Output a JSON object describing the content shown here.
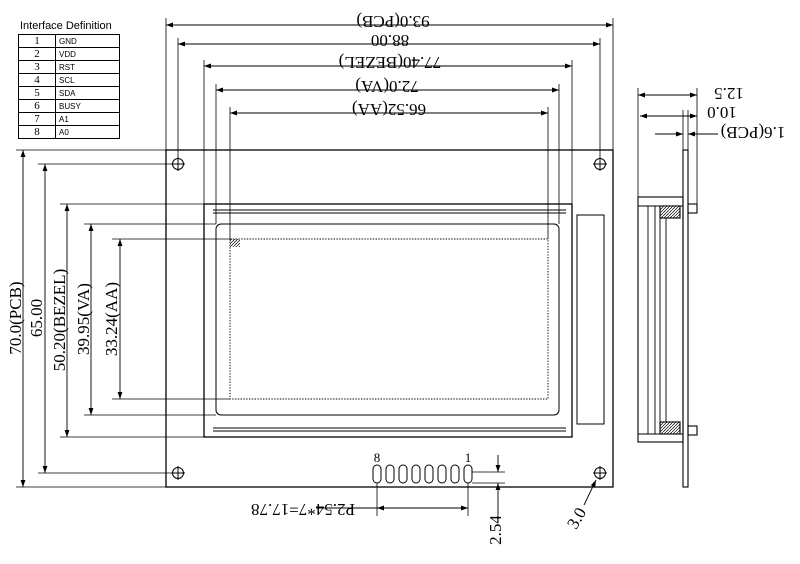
{
  "interface": {
    "title": "Interface Definition",
    "pins": [
      {
        "num": "1",
        "signal": "GND"
      },
      {
        "num": "2",
        "signal": "VDD"
      },
      {
        "num": "3",
        "signal": "RST"
      },
      {
        "num": "4",
        "signal": "SCL"
      },
      {
        "num": "5",
        "signal": "SDA"
      },
      {
        "num": "6",
        "signal": "BUSY"
      },
      {
        "num": "7",
        "signal": "A1"
      },
      {
        "num": "8",
        "signal": "A0"
      }
    ]
  },
  "dimensions": {
    "width_pcb": "93.0(PCB)",
    "width_holes": "88.00",
    "width_bezel": "77.40(BEZEL)",
    "width_va": "72.0(VA)",
    "width_aa": "66.52(AA)",
    "height_pcb": "70.0(PCB)",
    "height_holes": "65.00",
    "height_bezel": "50.20(BEZEL)",
    "height_va": "39.95(VA)",
    "height_aa": "33.24(AA)",
    "side_total": "12.5",
    "side_module": "10.0",
    "side_pcb": "1.6(PCB)",
    "pin_pitch": "P2.54*7=17.78",
    "pin_height": "2.54",
    "hole": "3.0",
    "pin_first": "1",
    "pin_last": "8"
  }
}
